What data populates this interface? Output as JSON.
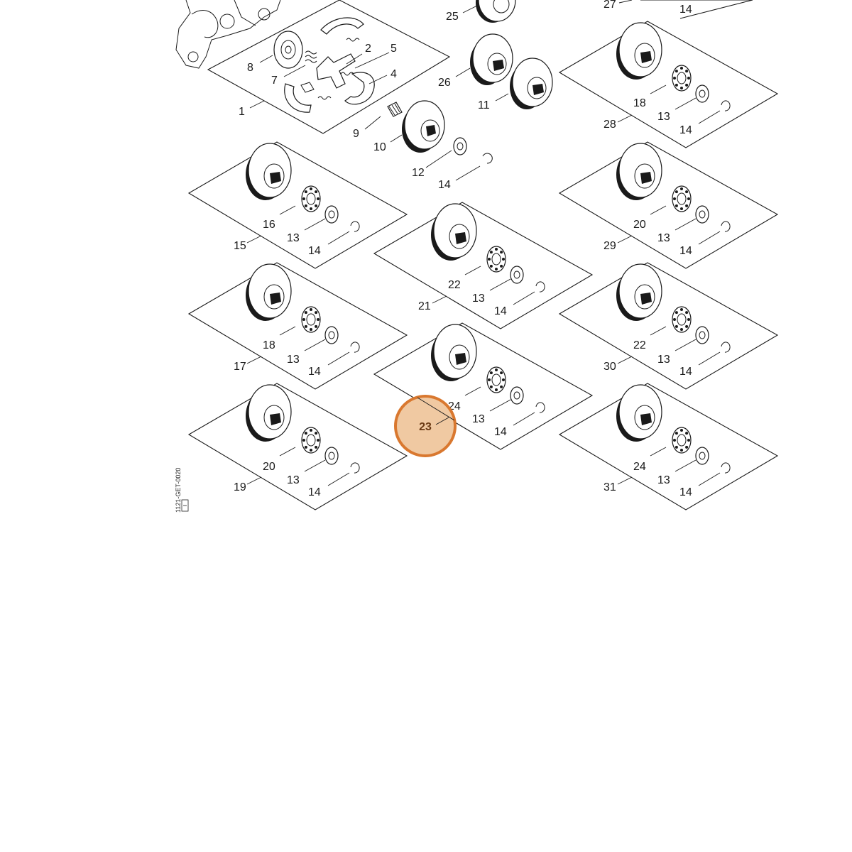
{
  "diagram": {
    "drawing_code": "1121-GET-0020",
    "callouts": [
      {
        "id": "c-27",
        "text": "27"
      },
      {
        "id": "c-14-top",
        "text": "14"
      },
      {
        "id": "c-25",
        "text": "25"
      },
      {
        "id": "c-2",
        "text": "2"
      },
      {
        "id": "c-5",
        "text": "5"
      },
      {
        "id": "c-8",
        "text": "8"
      },
      {
        "id": "c-7",
        "text": "7"
      },
      {
        "id": "c-4",
        "text": "4"
      },
      {
        "id": "c-1",
        "text": "1"
      },
      {
        "id": "c-9",
        "text": "9"
      },
      {
        "id": "c-10",
        "text": "10"
      },
      {
        "id": "c-12",
        "text": "12"
      },
      {
        "id": "c-14-a",
        "text": "14"
      },
      {
        "id": "c-26",
        "text": "26"
      },
      {
        "id": "c-11",
        "text": "11"
      },
      {
        "id": "c-18-a",
        "text": "18"
      },
      {
        "id": "c-13-a",
        "text": "13"
      },
      {
        "id": "c-14-b",
        "text": "14"
      },
      {
        "id": "c-28",
        "text": "28"
      },
      {
        "id": "c-16",
        "text": "16"
      },
      {
        "id": "c-13-b",
        "text": "13"
      },
      {
        "id": "c-14-c",
        "text": "14"
      },
      {
        "id": "c-15",
        "text": "15"
      },
      {
        "id": "c-20-a",
        "text": "20"
      },
      {
        "id": "c-13-c",
        "text": "13"
      },
      {
        "id": "c-14-d",
        "text": "14"
      },
      {
        "id": "c-29",
        "text": "29"
      },
      {
        "id": "c-22-a",
        "text": "22"
      },
      {
        "id": "c-13-d",
        "text": "13"
      },
      {
        "id": "c-14-e",
        "text": "14"
      },
      {
        "id": "c-21",
        "text": "21"
      },
      {
        "id": "c-18-b",
        "text": "18"
      },
      {
        "id": "c-13-e",
        "text": "13"
      },
      {
        "id": "c-14-f",
        "text": "14"
      },
      {
        "id": "c-17",
        "text": "17"
      },
      {
        "id": "c-22-b",
        "text": "22"
      },
      {
        "id": "c-13-f",
        "text": "13"
      },
      {
        "id": "c-14-g",
        "text": "14"
      },
      {
        "id": "c-30",
        "text": "30"
      },
      {
        "id": "c-24-a",
        "text": "24"
      },
      {
        "id": "c-13-g",
        "text": "13"
      },
      {
        "id": "c-14-h",
        "text": "14"
      },
      {
        "id": "c-20-b",
        "text": "20"
      },
      {
        "id": "c-13-h",
        "text": "13"
      },
      {
        "id": "c-14-i",
        "text": "14"
      },
      {
        "id": "c-19",
        "text": "19"
      },
      {
        "id": "c-24-b",
        "text": "24"
      },
      {
        "id": "c-13-i",
        "text": "13"
      },
      {
        "id": "c-14-j",
        "text": "14"
      },
      {
        "id": "c-31",
        "text": "31"
      }
    ],
    "highlight": {
      "text": "23",
      "fill": "#f0c9a2",
      "stroke": "#d9782f",
      "text_color": "#6b3a14"
    }
  }
}
